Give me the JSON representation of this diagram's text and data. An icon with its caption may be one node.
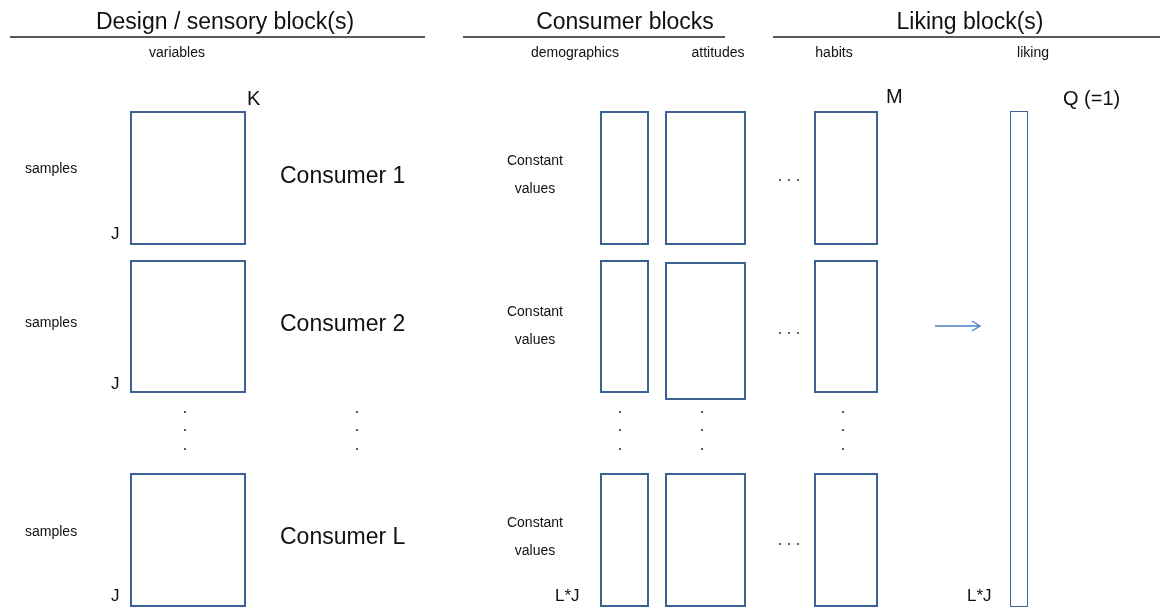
{
  "diagram": {
    "nodes": [
      {
        "text": [],
        "shape": "box"
      },
      {
        "text": [],
        "shape": "box"
      },
      {
        "text": [],
        "shape": "box"
      },
      {
        "text": [],
        "shape": "box"
      },
      {
        "text": [],
        "shape": "box"
      },
      {
        "text": [],
        "shape": "box"
      },
      {
        "text": [],
        "shape": "box"
      },
      {
        "text": [],
        "shape": "box"
      },
      {
        "text": [],
        "shape": "box"
      },
      {
        "text": [],
        "shape": "box"
      },
      {
        "text": [],
        "shape": "box"
      },
      {
        "text": [],
        "shape": "box"
      },
      {
        "text": [],
        "shape": "bar"
      }
    ],
    "labels": [
      "Design / sensory block(s)",
      "Consumer  blocks",
      "Liking block(s)",
      "variables",
      "demographics",
      "attitudes",
      "habits",
      "liking",
      "K",
      "M",
      "Q (=1)",
      "samples",
      "Consumer 1",
      "Constant values",
      "J",
      "samples",
      "Consumer 2",
      "Constant values",
      "J",
      "samples",
      "Consumer L",
      "Constant values",
      "J",
      "L*J",
      "L*J"
    ]
  }
}
